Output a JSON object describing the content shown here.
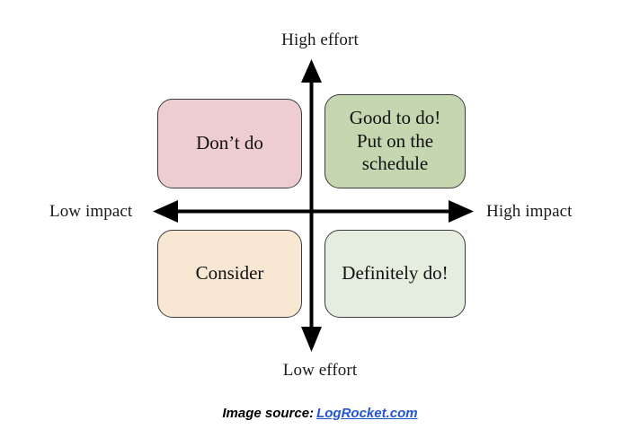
{
  "diagram": {
    "type": "2x2-matrix",
    "axes": {
      "vertical": {
        "top_label": "High effort",
        "bottom_label": "Low effort",
        "arrow_style": "double-headed-vertical"
      },
      "horizontal": {
        "left_label": "Low impact",
        "right_label": "High impact",
        "arrow_style": "double-headed-horizontal"
      }
    },
    "quadrants": [
      {
        "id": "dont-do",
        "position": "top-left",
        "effort": "High effort",
        "impact": "Low impact",
        "lines": [
          "Don’t do"
        ],
        "fill_color": "#eecdd1",
        "border_color": "#3b3b3b"
      },
      {
        "id": "good-to-do",
        "position": "top-right",
        "effort": "High effort",
        "impact": "High impact",
        "lines": [
          "Good to do!",
          "Put on the",
          "schedule"
        ],
        "fill_color": "#c4d7b0",
        "border_color": "#3b3b3b"
      },
      {
        "id": "consider",
        "position": "bottom-left",
        "effort": "Low effort",
        "impact": "Low impact",
        "lines": [
          "Consider"
        ],
        "fill_color": "#f8e7d3",
        "border_color": "#3b3b3b"
      },
      {
        "id": "definitely-do",
        "position": "bottom-right",
        "effort": "Low effort",
        "impact": "High impact",
        "lines": [
          "Definitely do!"
        ],
        "fill_color": "#e4edde",
        "border_color": "#3b3b3b"
      }
    ]
  },
  "attribution": {
    "prefix": "Image source:",
    "link_text": "LogRocket.com",
    "link_color": "#2355d1"
  }
}
